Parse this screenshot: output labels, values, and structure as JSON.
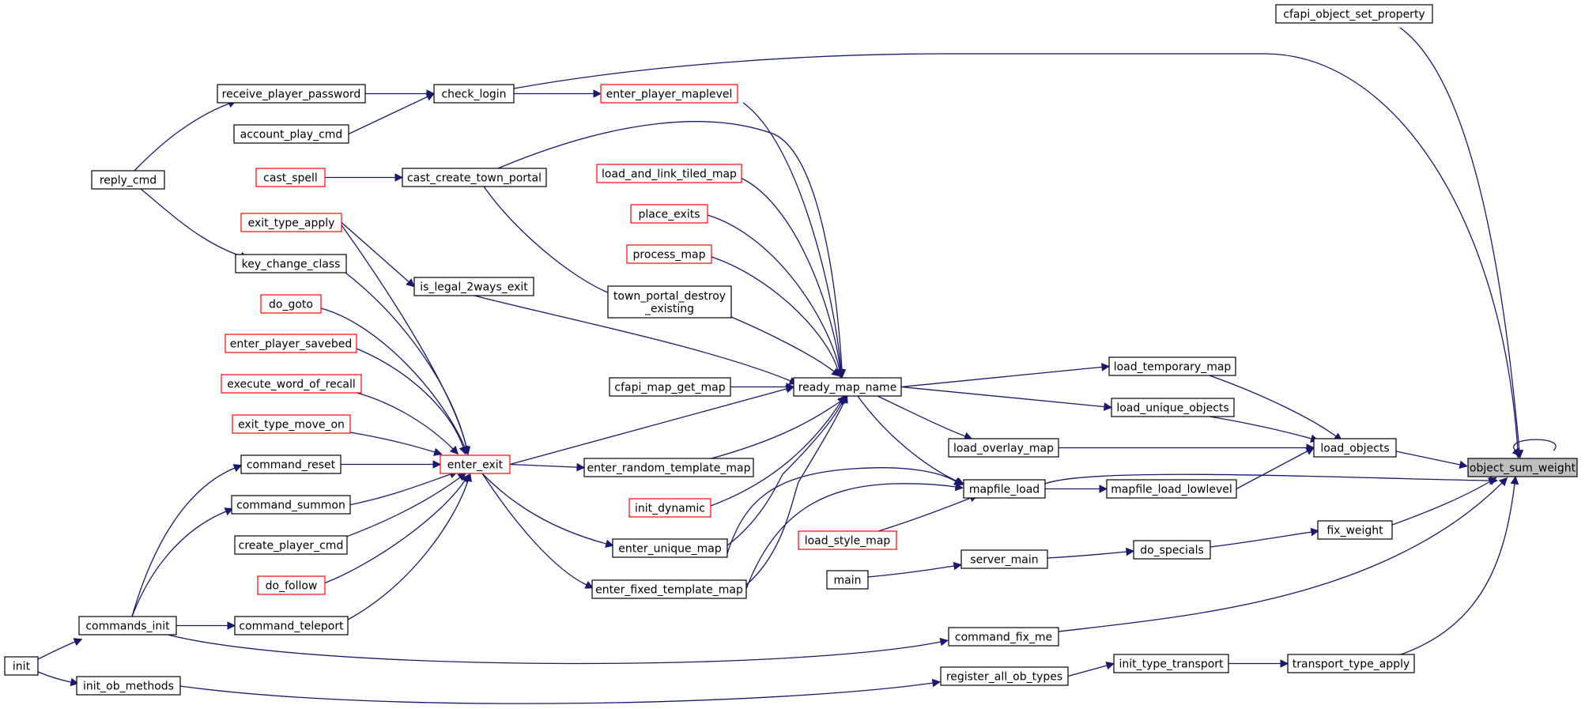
{
  "diagram": {
    "type": "call-graph",
    "root": "object_sum_weight",
    "colors": {
      "edge": "#191970",
      "node_border": "#000000",
      "node_border_incomplete": "#ff0000",
      "node_focus_fill": "#bfbfbf"
    },
    "nodes": [
      {
        "id": "object_sum_weight",
        "label": "object_sum_weight",
        "style": "focus"
      },
      {
        "id": "cfapi_object_set_property",
        "label": "cfapi_object_set_property",
        "style": "normal"
      },
      {
        "id": "check_login",
        "label": "check_login",
        "style": "normal"
      },
      {
        "id": "enter_player_maplevel",
        "label": "enter_player_maplevel",
        "style": "red"
      },
      {
        "id": "receive_player_password",
        "label": "receive_player_password",
        "style": "normal"
      },
      {
        "id": "account_play_cmd",
        "label": "account_play_cmd",
        "style": "normal"
      },
      {
        "id": "reply_cmd",
        "label": "reply_cmd",
        "style": "normal"
      },
      {
        "id": "cast_spell",
        "label": "cast_spell",
        "style": "red"
      },
      {
        "id": "cast_create_town_portal",
        "label": "cast_create_town_portal",
        "style": "normal"
      },
      {
        "id": "load_and_link_tiled_map",
        "label": "load_and_link_tiled_map",
        "style": "red"
      },
      {
        "id": "place_exits",
        "label": "place_exits",
        "style": "red"
      },
      {
        "id": "exit_type_apply",
        "label": "exit_type_apply",
        "style": "red"
      },
      {
        "id": "process_map",
        "label": "process_map",
        "style": "red"
      },
      {
        "id": "key_change_class",
        "label": "key_change_class",
        "style": "normal"
      },
      {
        "id": "is_legal_2ways_exit",
        "label": "is_legal_2ways_exit",
        "style": "normal"
      },
      {
        "id": "town_portal_destroy_existing",
        "label": "town_portal_destroy\n_existing",
        "style": "normal"
      },
      {
        "id": "do_goto",
        "label": "do_goto",
        "style": "red"
      },
      {
        "id": "enter_player_savebed",
        "label": "enter_player_savebed",
        "style": "red"
      },
      {
        "id": "execute_word_of_recall",
        "label": "execute_word_of_recall",
        "style": "red"
      },
      {
        "id": "cfapi_map_get_map",
        "label": "cfapi_map_get_map",
        "style": "normal"
      },
      {
        "id": "ready_map_name",
        "label": "ready_map_name",
        "style": "normal"
      },
      {
        "id": "load_temporary_map",
        "label": "load_temporary_map",
        "style": "normal"
      },
      {
        "id": "load_unique_objects",
        "label": "load_unique_objects",
        "style": "normal"
      },
      {
        "id": "exit_type_move_on",
        "label": "exit_type_move_on",
        "style": "red"
      },
      {
        "id": "load_overlay_map",
        "label": "load_overlay_map",
        "style": "normal"
      },
      {
        "id": "load_objects",
        "label": "load_objects",
        "style": "normal"
      },
      {
        "id": "command_reset",
        "label": "command_reset",
        "style": "normal"
      },
      {
        "id": "enter_exit",
        "label": "enter_exit",
        "style": "red"
      },
      {
        "id": "enter_random_template_map",
        "label": "enter_random_template_map",
        "style": "normal"
      },
      {
        "id": "mapfile_load",
        "label": "mapfile_load",
        "style": "normal"
      },
      {
        "id": "mapfile_load_lowlevel",
        "label": "mapfile_load_lowlevel",
        "style": "normal"
      },
      {
        "id": "command_summon",
        "label": "command_summon",
        "style": "normal"
      },
      {
        "id": "init_dynamic",
        "label": "init_dynamic",
        "style": "red"
      },
      {
        "id": "fix_weight",
        "label": "fix_weight",
        "style": "normal"
      },
      {
        "id": "load_style_map",
        "label": "load_style_map",
        "style": "red"
      },
      {
        "id": "create_player_cmd",
        "label": "create_player_cmd",
        "style": "normal"
      },
      {
        "id": "enter_unique_map",
        "label": "enter_unique_map",
        "style": "normal"
      },
      {
        "id": "do_specials",
        "label": "do_specials",
        "style": "normal"
      },
      {
        "id": "server_main",
        "label": "server_main",
        "style": "normal"
      },
      {
        "id": "do_follow",
        "label": "do_follow",
        "style": "red"
      },
      {
        "id": "main",
        "label": "main",
        "style": "normal"
      },
      {
        "id": "enter_fixed_template_map",
        "label": "enter_fixed_template_map",
        "style": "normal"
      },
      {
        "id": "commands_init",
        "label": "commands_init",
        "style": "normal"
      },
      {
        "id": "command_teleport",
        "label": "command_teleport",
        "style": "normal"
      },
      {
        "id": "command_fix_me",
        "label": "command_fix_me",
        "style": "normal"
      },
      {
        "id": "init",
        "label": "init",
        "style": "normal"
      },
      {
        "id": "init_type_transport",
        "label": "init_type_transport",
        "style": "normal"
      },
      {
        "id": "transport_type_apply",
        "label": "transport_type_apply",
        "style": "normal"
      },
      {
        "id": "register_all_ob_types",
        "label": "register_all_ob_types",
        "style": "normal"
      },
      {
        "id": "init_ob_methods",
        "label": "init_ob_methods",
        "style": "normal"
      }
    ],
    "edges": [
      {
        "from": "object_sum_weight",
        "to": "object_sum_weight"
      },
      {
        "from": "cfapi_object_set_property",
        "to": "object_sum_weight"
      },
      {
        "from": "check_login",
        "to": "object_sum_weight"
      },
      {
        "from": "load_objects",
        "to": "object_sum_weight"
      },
      {
        "from": "mapfile_load",
        "to": "object_sum_weight"
      },
      {
        "from": "fix_weight",
        "to": "object_sum_weight"
      },
      {
        "from": "command_fix_me",
        "to": "object_sum_weight"
      },
      {
        "from": "transport_type_apply",
        "to": "object_sum_weight"
      },
      {
        "from": "receive_player_password",
        "to": "check_login"
      },
      {
        "from": "account_play_cmd",
        "to": "check_login"
      },
      {
        "from": "reply_cmd",
        "to": "receive_player_password"
      },
      {
        "from": "reply_cmd",
        "to": "key_change_class"
      },
      {
        "from": "check_login",
        "to": "enter_player_maplevel"
      },
      {
        "from": "cast_spell",
        "to": "cast_create_town_portal"
      },
      {
        "from": "cast_create_town_portal",
        "to": "town_portal_destroy_existing"
      },
      {
        "from": "exit_type_apply",
        "to": "is_legal_2ways_exit"
      },
      {
        "from": "ready_map_name",
        "to": "load_temporary_map"
      },
      {
        "from": "ready_map_name",
        "to": "load_unique_objects"
      },
      {
        "from": "ready_map_name",
        "to": "load_overlay_map"
      },
      {
        "from": "ready_map_name",
        "to": "mapfile_load"
      },
      {
        "from": "load_temporary_map",
        "to": "load_objects"
      },
      {
        "from": "load_unique_objects",
        "to": "load_objects"
      },
      {
        "from": "load_overlay_map",
        "to": "load_objects"
      },
      {
        "from": "mapfile_load_lowlevel",
        "to": "load_objects"
      },
      {
        "from": "mapfile_load",
        "to": "mapfile_load_lowlevel"
      },
      {
        "from": "enter_player_maplevel",
        "to": "ready_map_name"
      },
      {
        "from": "cast_create_town_portal",
        "to": "ready_map_name"
      },
      {
        "from": "load_and_link_tiled_map",
        "to": "ready_map_name"
      },
      {
        "from": "place_exits",
        "to": "ready_map_name"
      },
      {
        "from": "process_map",
        "to": "ready_map_name"
      },
      {
        "from": "town_portal_destroy_existing",
        "to": "ready_map_name"
      },
      {
        "from": "is_legal_2ways_exit",
        "to": "ready_map_name"
      },
      {
        "from": "cfapi_map_get_map",
        "to": "ready_map_name"
      },
      {
        "from": "enter_exit",
        "to": "ready_map_name"
      },
      {
        "from": "enter_random_template_map",
        "to": "ready_map_name"
      },
      {
        "from": "init_dynamic",
        "to": "ready_map_name"
      },
      {
        "from": "enter_unique_map",
        "to": "ready_map_name"
      },
      {
        "from": "enter_fixed_template_map",
        "to": "ready_map_name"
      },
      {
        "from": "enter_exit",
        "to": "enter_random_template_map"
      },
      {
        "from": "enter_exit",
        "to": "enter_unique_map"
      },
      {
        "from": "enter_exit",
        "to": "enter_fixed_template_map"
      },
      {
        "from": "enter_unique_map",
        "to": "mapfile_load"
      },
      {
        "from": "enter_fixed_template_map",
        "to": "mapfile_load"
      },
      {
        "from": "load_style_map",
        "to": "mapfile_load"
      },
      {
        "from": "exit_type_apply",
        "to": "enter_exit"
      },
      {
        "from": "key_change_class",
        "to": "enter_exit"
      },
      {
        "from": "do_goto",
        "to": "enter_exit"
      },
      {
        "from": "enter_player_savebed",
        "to": "enter_exit"
      },
      {
        "from": "execute_word_of_recall",
        "to": "enter_exit"
      },
      {
        "from": "exit_type_move_on",
        "to": "enter_exit"
      },
      {
        "from": "command_reset",
        "to": "enter_exit"
      },
      {
        "from": "command_summon",
        "to": "enter_exit"
      },
      {
        "from": "create_player_cmd",
        "to": "enter_exit"
      },
      {
        "from": "do_follow",
        "to": "enter_exit"
      },
      {
        "from": "command_teleport",
        "to": "enter_exit"
      },
      {
        "from": "commands_init",
        "to": "command_reset"
      },
      {
        "from": "commands_init",
        "to": "command_summon"
      },
      {
        "from": "commands_init",
        "to": "command_teleport"
      },
      {
        "from": "commands_init",
        "to": "command_fix_me"
      },
      {
        "from": "init",
        "to": "commands_init"
      },
      {
        "from": "init",
        "to": "init_ob_methods"
      },
      {
        "from": "init_ob_methods",
        "to": "register_all_ob_types"
      },
      {
        "from": "register_all_ob_types",
        "to": "init_type_transport"
      },
      {
        "from": "init_type_transport",
        "to": "transport_type_apply"
      },
      {
        "from": "do_specials",
        "to": "fix_weight"
      },
      {
        "from": "server_main",
        "to": "do_specials"
      },
      {
        "from": "main",
        "to": "server_main"
      }
    ]
  }
}
